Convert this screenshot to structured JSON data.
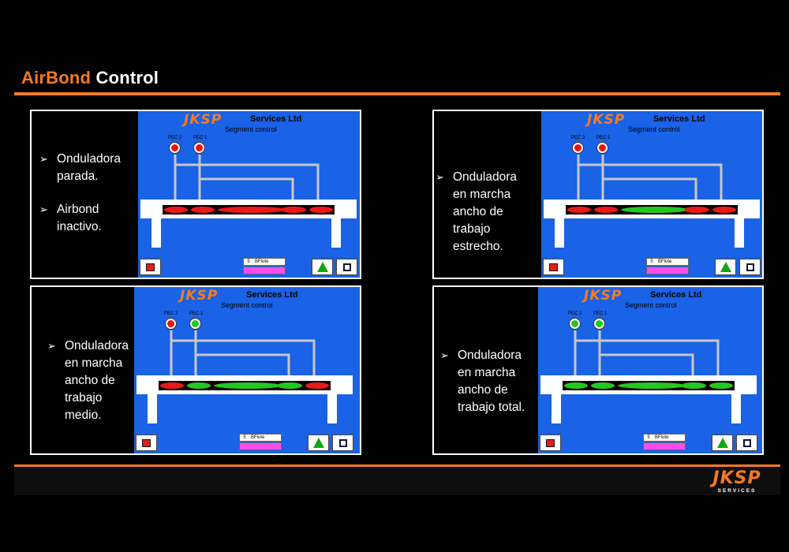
{
  "title": {
    "part1": "AirBond",
    "part2": "Control"
  },
  "panels": [
    {
      "bullets": [
        {
          "arrow": "➢",
          "text": "Onduladora\nparada."
        },
        {
          "arrow": "➢",
          "text": "Airbond\ninactivo."
        }
      ],
      "screen": {
        "logo": "JKSP",
        "company": "Services Ltd",
        "subtitle": "Segment control",
        "pec_labels": [
          "PEC 2",
          "PEC 1"
        ],
        "pec_states": [
          "off",
          "off"
        ],
        "segments": [
          "off",
          "off",
          "off",
          "off",
          "off"
        ],
        "field_number": "5",
        "field_name": "BFlute"
      }
    },
    {
      "bullets": [
        {
          "arrow": "➢",
          "text": "Onduladora\nen marcha\nancho de\ntrabajo\nestrecho."
        }
      ],
      "screen": {
        "logo": "JKSP",
        "company": "Services Ltd",
        "subtitle": "Segment control",
        "pec_labels": [
          "PEC 2",
          "PEC 1"
        ],
        "pec_states": [
          "off",
          "off"
        ],
        "segments": [
          "off",
          "off",
          "on",
          "off",
          "off"
        ],
        "field_number": "5",
        "field_name": "BFlute"
      }
    },
    {
      "bullets": [
        {
          "arrow": "➢",
          "text": "Onduladora\nen marcha\nancho de\ntrabajo\nmedio."
        }
      ],
      "screen": {
        "logo": "JKSP",
        "company": "Services Ltd",
        "subtitle": "Segment control",
        "pec_labels": [
          "PEC 2",
          "PEC 1"
        ],
        "pec_states": [
          "off",
          "on"
        ],
        "segments": [
          "off",
          "on",
          "on",
          "on",
          "off"
        ],
        "field_number": "5",
        "field_name": "BFlute"
      }
    },
    {
      "bullets": [
        {
          "arrow": "➢",
          "text": "Onduladora\nen marcha\nancho de\ntrabajo total."
        }
      ],
      "screen": {
        "logo": "JKSP",
        "company": "Services Ltd",
        "subtitle": "Segment control",
        "pec_labels": [
          "PEC 2",
          "PEC 1"
        ],
        "pec_states": [
          "on",
          "on"
        ],
        "segments": [
          "on",
          "on",
          "on",
          "on",
          "on"
        ],
        "field_number": "5",
        "field_name": "BFlute"
      }
    }
  ],
  "brand": {
    "name": "JKSP",
    "sub": "SERVICES"
  },
  "colors": {
    "accent": "#f47a20",
    "screen": "#1a62e6",
    "segment_on": "#22c822",
    "segment_off": "#e81a1a",
    "field_pink": "#ff4de8"
  }
}
